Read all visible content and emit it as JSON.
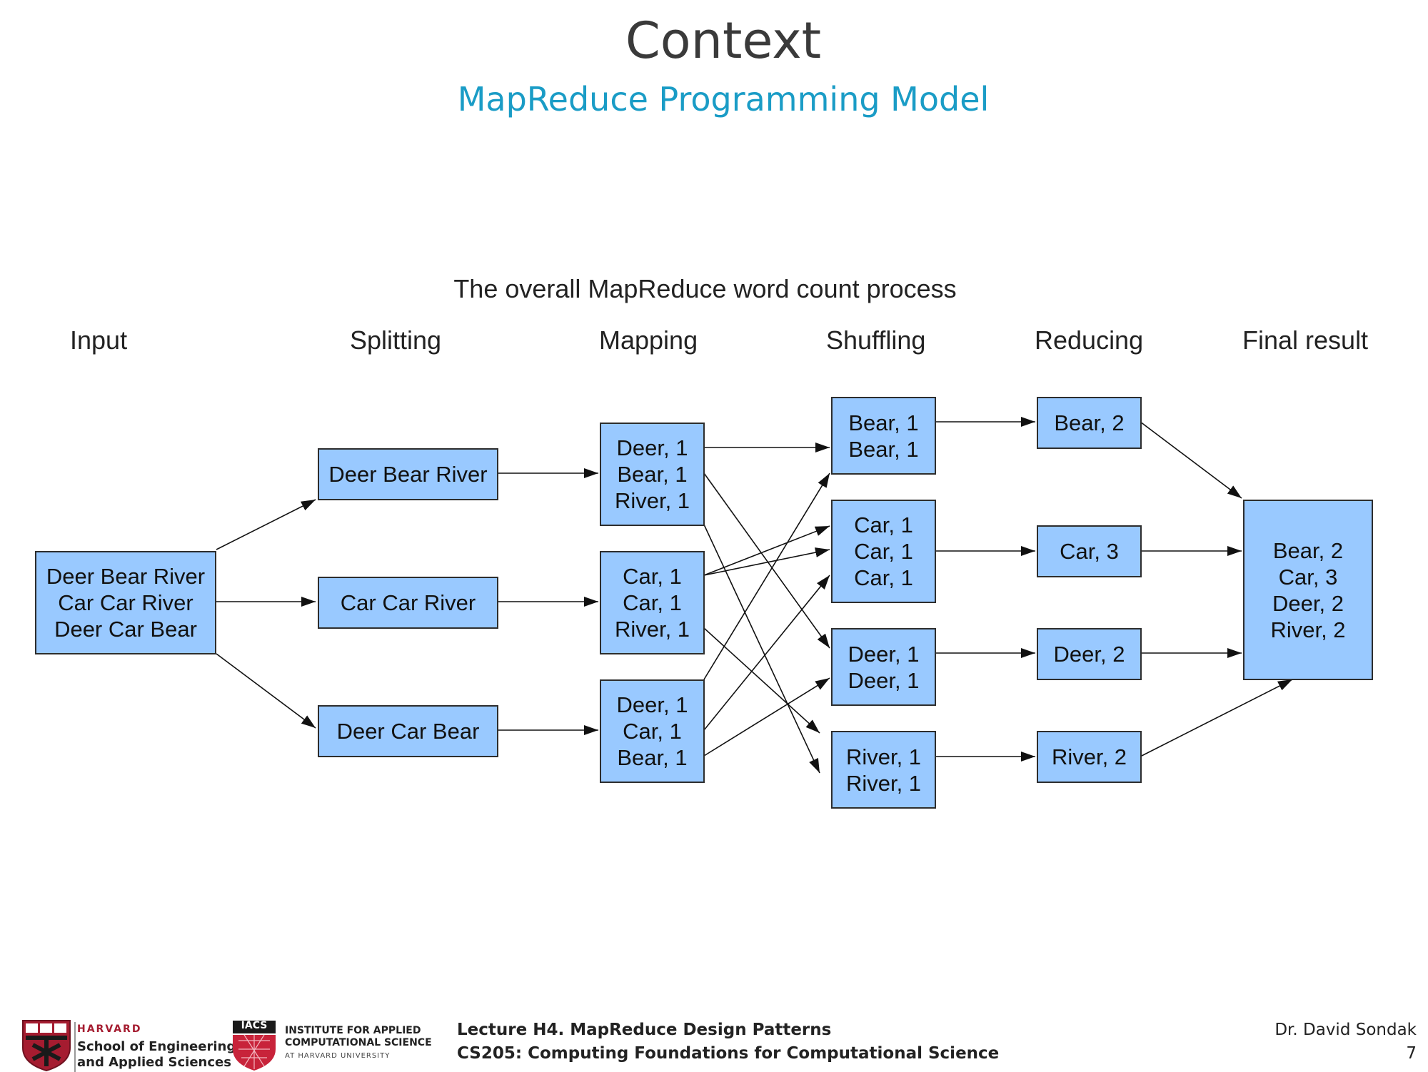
{
  "slide": {
    "title": "Context",
    "subtitle": "MapReduce Programming Model"
  },
  "diagram": {
    "title": "The overall MapReduce word count process",
    "stages": [
      "Input",
      "Splitting",
      "Mapping",
      "Shuffling",
      "Reducing",
      "Final result"
    ],
    "input": [
      "Deer Bear River",
      "Car Car River",
      "Deer Car Bear"
    ],
    "splits": [
      "Deer Bear River",
      "Car Car River",
      "Deer Car Bear"
    ],
    "maps": [
      [
        "Deer, 1",
        "Bear, 1",
        "River, 1"
      ],
      [
        "Car, 1",
        "Car, 1",
        "River, 1"
      ],
      [
        "Deer, 1",
        "Car, 1",
        "Bear, 1"
      ]
    ],
    "shuffles": [
      [
        "Bear, 1",
        "Bear, 1"
      ],
      [
        "Car, 1",
        "Car, 1",
        "Car, 1"
      ],
      [
        "Deer, 1",
        "Deer, 1"
      ],
      [
        "River, 1",
        "River, 1"
      ]
    ],
    "reduces": [
      "Bear, 2",
      "Car, 3",
      "Deer, 2",
      "River, 2"
    ],
    "final": [
      "Bear, 2",
      "Car, 3",
      "Deer, 2",
      "River, 2"
    ],
    "box_color": "#99c9ff"
  },
  "footer": {
    "harvard_wordmark": "HARVARD",
    "seas_line1": "School of Engineering",
    "seas_line2": "and Applied Sciences",
    "iacs_badge": "IACS",
    "iacs_line1": "INSTITUTE FOR APPLIED",
    "iacs_line2": "COMPUTATIONAL SCIENCE",
    "iacs_line3": "AT HARVARD UNIVERSITY",
    "lecture": "Lecture H4. MapReduce Design Patterns",
    "course": "CS205: Computing Foundations for Computational Science",
    "author": "Dr. David Sondak",
    "page_number": "7"
  }
}
